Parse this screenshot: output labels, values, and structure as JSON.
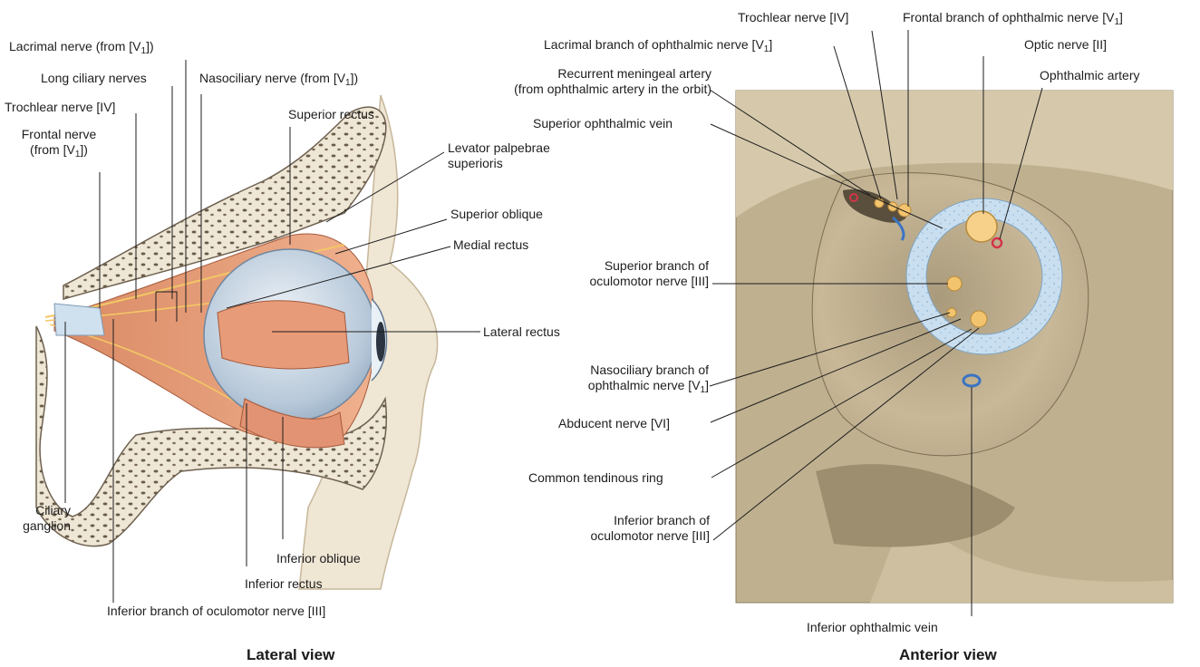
{
  "lateral": {
    "title": "Lateral view",
    "labels": {
      "lacrimal": "Lacrimal nerve (from [V1])",
      "long_ciliary": "Long ciliary nerves",
      "nasociliary": "Nasociliary nerve (from [V1])",
      "trochlear": "Trochlear nerve [IV]",
      "frontal_1": "Frontal nerve",
      "frontal_2": "(from [V1])",
      "superior_rectus": "Superior rectus",
      "levator_1": "Levator palpebrae",
      "levator_2": "superioris",
      "superior_oblique": "Superior oblique",
      "medial_rectus": "Medial rectus",
      "lateral_rectus": "Lateral rectus",
      "ciliary_1": "Ciliary",
      "ciliary_2": "ganglion",
      "inferior_oblique": "Inferior oblique",
      "inferior_rectus": "Inferior rectus",
      "inferior_branch": "Inferior branch of oculomotor nerve [III]"
    }
  },
  "anterior": {
    "title": "Anterior view",
    "labels": {
      "trochlear": "Trochlear nerve [IV]",
      "frontal_branch": "Frontal branch of ophthalmic nerve [V1]",
      "lacrimal_branch": "Lacrimal branch of ophthalmic nerve [V1]",
      "optic": "Optic nerve [II]",
      "meningeal_1": "Recurrent meningeal artery",
      "meningeal_2": "(from ophthalmic artery in the orbit)",
      "ophthalmic_artery": "Ophthalmic artery",
      "sup_ophthalmic_vein": "Superior ophthalmic vein",
      "sup_branch_1": "Superior branch of",
      "sup_branch_2": "oculomotor nerve [III]",
      "nasociliary_1": "Nasociliary branch of",
      "nasociliary_2": "ophthalmic nerve [V1]",
      "abducent": "Abducent nerve [VI]",
      "tendinous_ring": "Common tendinous ring",
      "inf_branch_1": "Inferior branch of",
      "inf_branch_2": "oculomotor nerve [III]",
      "inf_ophthalmic_vein": "Inferior ophthalmic vein"
    }
  }
}
